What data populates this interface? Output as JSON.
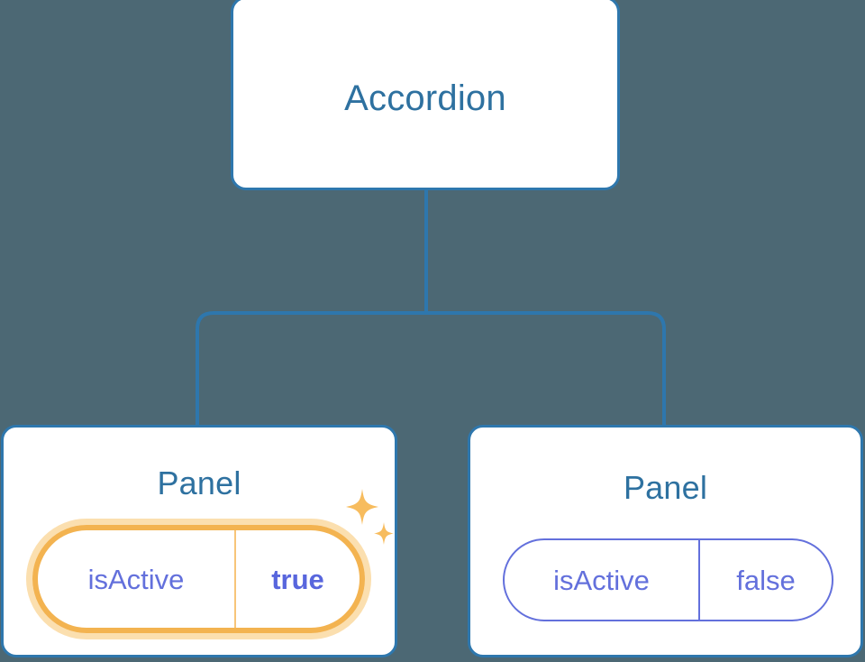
{
  "diagram": {
    "type": "component-tree",
    "background_color": "#4c6874",
    "connector_color": "#2e77ad",
    "node_border_color": "#2e77ad",
    "node_title_color": "#2e71a0",
    "prop_text_color": "#6370dc",
    "highlight_color": "#f3b350",
    "highlight_glow_color": "#fbdfaf",
    "sparkle_color": "#f7bc5e",
    "root": {
      "title": "Accordion"
    },
    "children": [
      {
        "title": "Panel",
        "highlighted": true,
        "prop": {
          "key": "isActive",
          "value": "true"
        }
      },
      {
        "title": "Panel",
        "highlighted": false,
        "prop": {
          "key": "isActive",
          "value": "false"
        }
      }
    ]
  }
}
